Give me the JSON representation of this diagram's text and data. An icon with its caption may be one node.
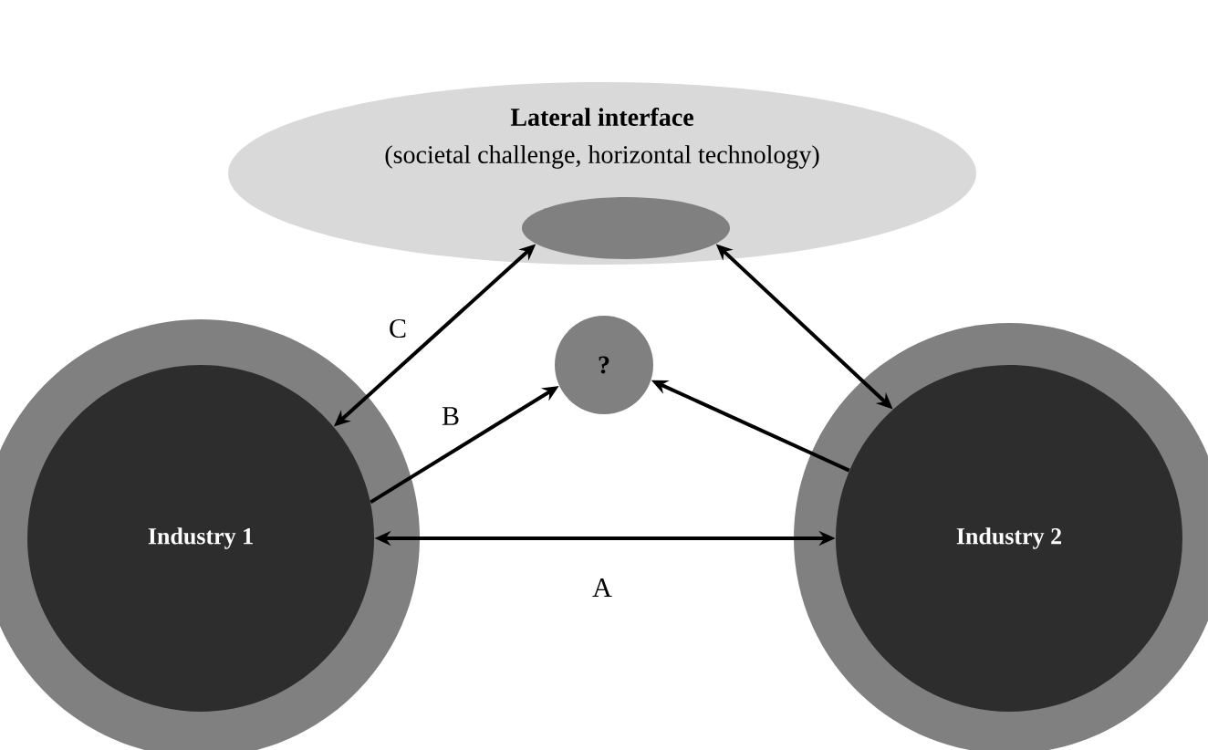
{
  "diagram": {
    "nodes": [
      {
        "text": [
          "Lateral interface",
          "(societal challenge, horizontal technology)"
        ]
      },
      {
        "text": [],
        "shape": "ellipse",
        "in": 0
      },
      {
        "text": [
          "?"
        ]
      },
      {
        "text": [
          "Industry 1"
        ]
      },
      {
        "text": [
          "Industry 2"
        ]
      }
    ],
    "edges": [
      {
        "from": 3,
        "to": 4,
        "arrow": "both",
        "label": "A"
      },
      {
        "from": 3,
        "to": 2,
        "arrow": "to",
        "label": "B"
      },
      {
        "from": 3,
        "to": 1,
        "arrow": "both",
        "label": "C"
      },
      {
        "from": 4,
        "to": 2,
        "arrow": "to"
      },
      {
        "from": 4,
        "to": 1,
        "arrow": "both"
      }
    ]
  }
}
